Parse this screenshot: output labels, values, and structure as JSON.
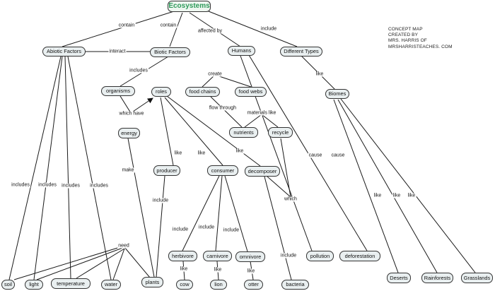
{
  "nodes": {
    "ecosystems": "Ecosystems",
    "abiotic": "Abiotic Factors",
    "biotic": "Biotic Factors",
    "humans": "Humans",
    "types": "Different Types",
    "organisms": "organisms",
    "roles": "roles",
    "food_chains": "food chains",
    "food_webs": "food webs",
    "nutrients": "nutrients",
    "recycle": "recycle",
    "biomes": "Biomes",
    "energy": "energy",
    "producer": "producer",
    "consumer": "consumer",
    "decomposer": "decomposer",
    "herbivore": "herbivore",
    "carnivore": "carnivore",
    "omnivore": "omnivore",
    "cow": "cow",
    "lion": "lion",
    "otter": "otter",
    "soil": "soil",
    "light": "light",
    "temperature": "temperature",
    "water": "water",
    "plants": "plants",
    "bacteria": "bacteria",
    "pollution": "pollution",
    "deforestation": "deforestation",
    "deserts": "Deserts",
    "rainforests": "Rainforests",
    "grasslands": "Grasslands"
  },
  "links": {
    "contain1": "contain",
    "contain2": "contain",
    "affected_by": "affected by",
    "include_types": "include",
    "interact": "interact",
    "includes_org": "includes",
    "which_have": "which have",
    "create": "create",
    "flow_through": "flow through",
    "materials_like": "materials like",
    "like_biomes": "like",
    "make": "make",
    "like_prod": "like",
    "like_cons": "like",
    "like_decomp": "like",
    "include_plants": "include",
    "include_herb": "include",
    "include_carn": "include",
    "include_omni": "include",
    "like_cow": "like",
    "like_lion": "like",
    "like_otter": "like",
    "need": "need",
    "includes_soil": "includes",
    "includes_light": "includes",
    "includes_temp": "includes",
    "includes_water": "includes",
    "which": "which",
    "include_bacteria": "include",
    "cause_pollution": "cause",
    "cause_deforest": "cause",
    "like_deserts": "like",
    "like_rain": "like",
    "like_grass": "like"
  },
  "credit": [
    "CONCEPT MAP",
    "CREATED BY",
    "MRS.  HARRIS OF",
    "MRSHARRISTEACHES. COM"
  ]
}
